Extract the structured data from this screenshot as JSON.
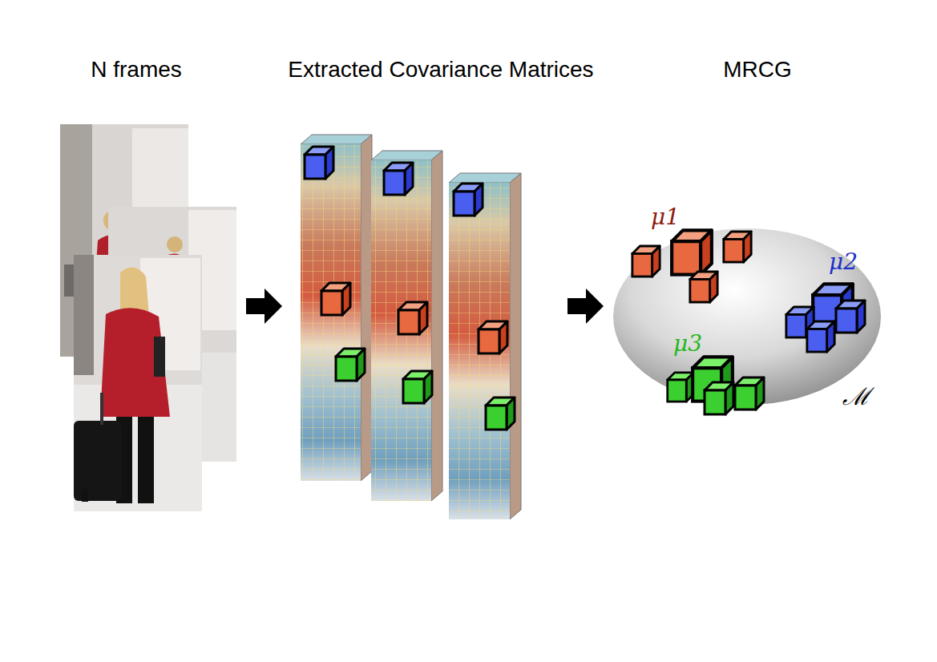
{
  "diagram": {
    "labels": [
      "N frames",
      "Extracted Covariance Matrices",
      "MRCG",
      "μ1",
      "μ2",
      "μ3",
      "ℳ"
    ]
  }
}
